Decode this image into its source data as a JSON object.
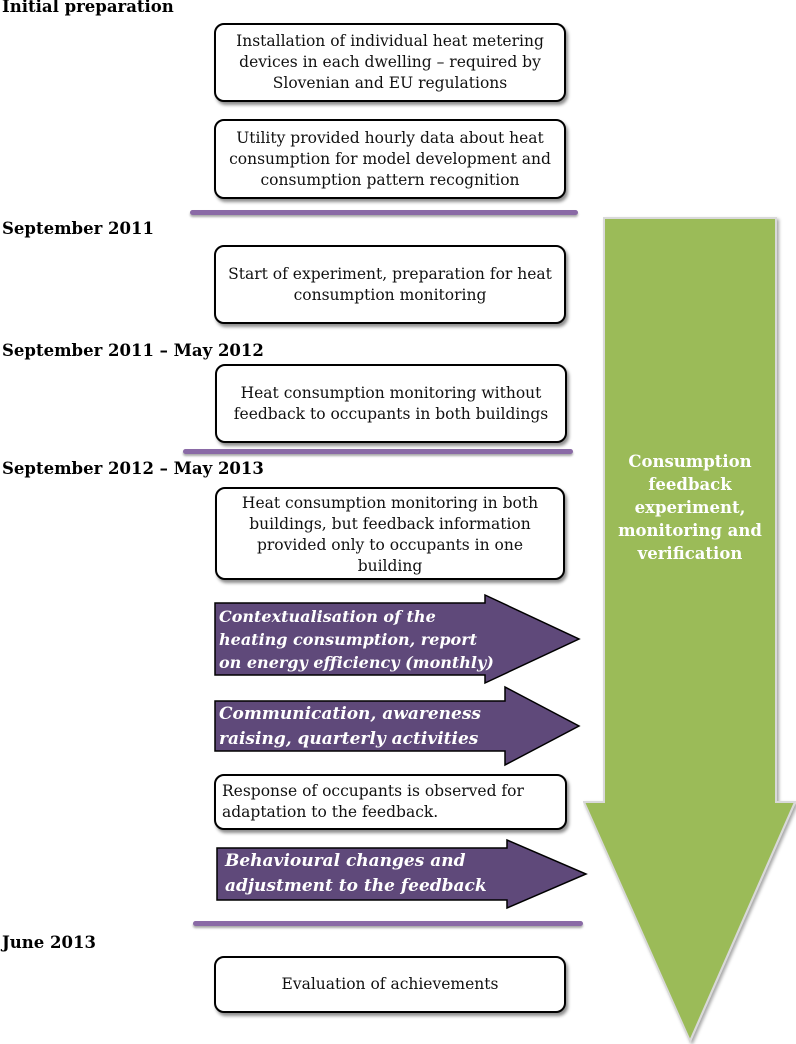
{
  "phases": {
    "p1": "Initial preparation",
    "p2": "September 2011",
    "p3": "September 2011 – May 2012",
    "p4": "September 2012 – May 2013",
    "p5": "June 2013"
  },
  "boxes": {
    "b1": "Installation of individual heat metering devices in each dwelling – required by Slovenian and EU regulations",
    "b2": "Utility provided hourly data about heat consumption for model development and consumption pattern recognition",
    "b3": "Start of experiment, preparation for heat consumption monitoring",
    "b4": "Heat consumption monitoring without feedback to occupants in both buildings",
    "b5": "Heat consumption monitoring in both buildings, but  feedback information provided only  to occupants in one building",
    "b6": "Response of occupants is observed for adaptation to the feedback.",
    "b7": "Evaluation of achievements"
  },
  "arrows": {
    "a1": "Contextualisation of the heating consumption, report on energy efficiency (monthly)",
    "a2": "Communication, awareness raising, quarterly activities",
    "a3": "Behavioural changes and adjustment to the feedback"
  },
  "big_arrow": {
    "label": "Consumption feedback experiment, monitoring and verification"
  },
  "colors": {
    "green": "#9bbb59",
    "purple": "#5f497a",
    "separator": "#8a6aa6"
  }
}
